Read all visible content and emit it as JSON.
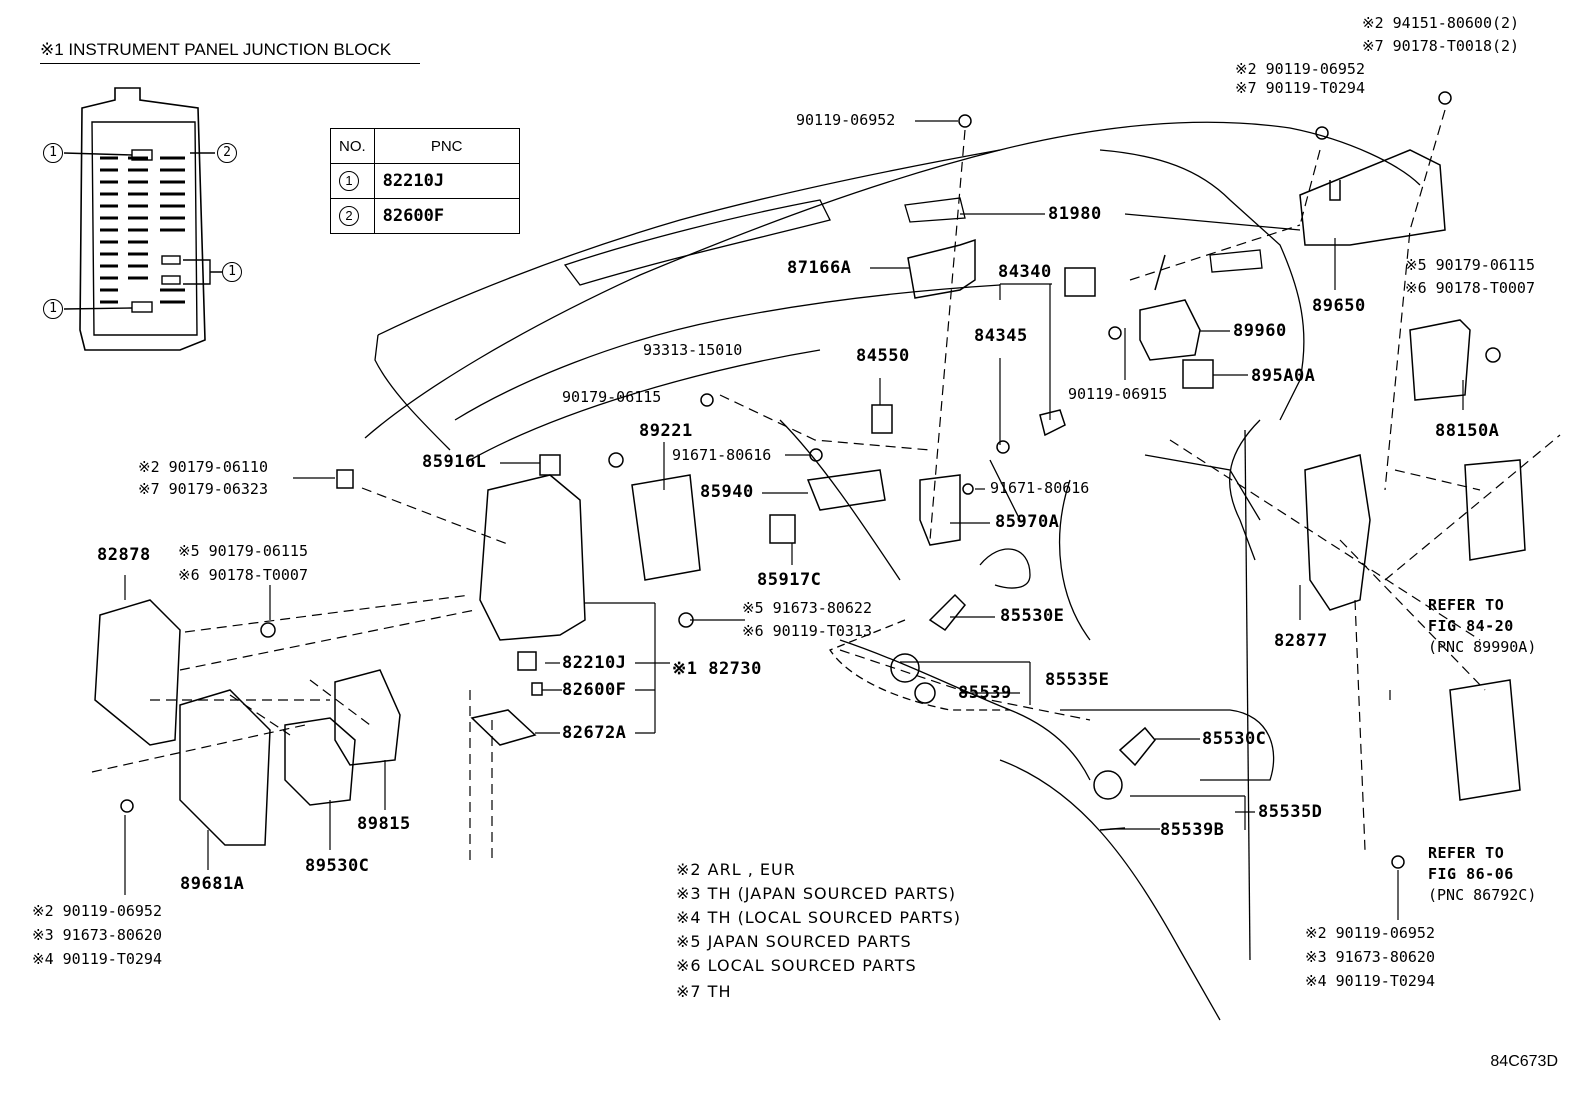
{
  "junction_block": {
    "title": "※1 INSTRUMENT PANEL JUNCTION BLOCK",
    "callouts": [
      "1",
      "2",
      "1",
      "1"
    ]
  },
  "pnc_table": {
    "headers": [
      "NO.",
      "PNC"
    ],
    "rows": [
      {
        "no": "1",
        "pnc": "82210J"
      },
      {
        "no": "2",
        "pnc": "82600F"
      }
    ]
  },
  "labels": {
    "p81980": "81980",
    "p87166A": "87166A",
    "p84340": "84340",
    "p84345": "84345",
    "p89960": "89960",
    "p895A0A": "895A0A",
    "p89650": "89650",
    "p88150A": "88150A",
    "p84550": "84550",
    "p89221": "89221",
    "p85916L": "85916L",
    "p85940": "85940",
    "p85970A": "85970A",
    "p85917C": "85917C",
    "p82878": "82878",
    "p82877": "82877",
    "p85530E": "85530E",
    "p85535E": "85535E",
    "p85539": "85539",
    "p82210J": "82210J",
    "p82600F": "82600F",
    "p82730": "※1 82730",
    "p82672A": "82672A",
    "p85530C": "85530C",
    "p85535D": "85535D",
    "p85539B": "85539B",
    "p89815": "89815",
    "p89530C": "89530C",
    "p89681A": "89681A"
  },
  "fasteners": {
    "f1": "90119-06952",
    "f2a": "※2 90119-06952",
    "f2b": "※7 90119-T0294",
    "f3a": "※2 94151-80600(2)",
    "f3b": "※7 90178-T0018(2)",
    "f4a": "※5 90179-06115",
    "f4b": "※6 90178-T0007",
    "f5": "93313-15010",
    "f6": "90179-06115",
    "f7": "90119-06915",
    "f8": "91671-80616",
    "f9": "91671-80616",
    "f10a": "※2 90179-06110",
    "f10b": "※7 90179-06323",
    "f11a": "※5 90179-06115",
    "f11b": "※6 90178-T0007",
    "f12a": "※5 91673-80622",
    "f12b": "※6 90119-T0313",
    "f13a": "※2 90119-06952",
    "f13b": "※3 91673-80620",
    "f13c": "※4 90119-T0294",
    "f14a": "※2 90119-06952",
    "f14b": "※3 91673-80620",
    "f14c": "※4 90119-T0294"
  },
  "refers": {
    "r1a": "REFER TO",
    "r1b": "FIG 84-20",
    "r1c": "(PNC 89990A)",
    "r2a": "REFER TO",
    "r2b": "FIG 86-06",
    "r2c": "(PNC 86792C)"
  },
  "notes": [
    "※2  ARL , EUR",
    "※3  TH (JAPAN SOURCED PARTS)",
    "※4  TH (LOCAL SOURCED PARTS)",
    "※5   JAPAN SOURCED PARTS",
    "※6   LOCAL SOURCED PARTS",
    "※7   TH"
  ],
  "diagram_code": "84C673D"
}
